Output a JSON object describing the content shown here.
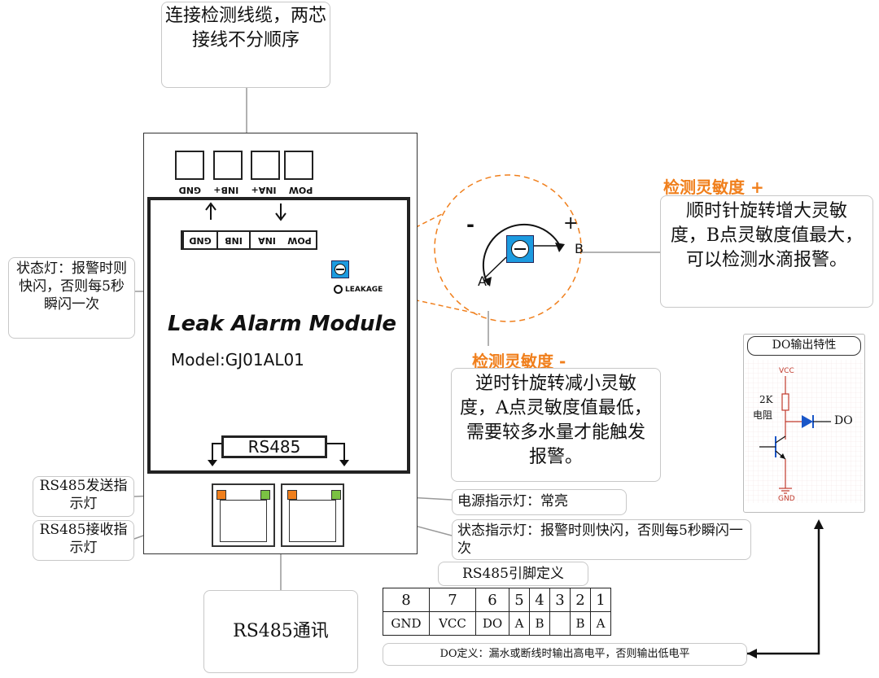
{
  "callouts": {
    "cable": "连接检测线缆，两芯接线不分顺序",
    "status_led": "状态灯：报警时则快闪，否则每5秒瞬闪一次",
    "sens_plus_title": "检测灵敏度 +",
    "sens_plus_text": "顺时针旋转增大灵敏度，B点灵敏度值最大，可以检测水滴报警。",
    "sens_minus_title": "检测灵敏度 -",
    "sens_minus_text": "逆时针旋转减小灵敏度，A点灵敏度值最低，需要较多水量才能触发报警。",
    "tx_led": "RS485发送指示灯",
    "rx_led": "RS485接收指示灯",
    "power_led": "电源指示灯：常亮",
    "state_led": "状态指示灯：报警时则快闪，否则每5秒瞬闪一次",
    "rs485_comm": "RS485通讯",
    "pin_def_title": "RS485引脚定义",
    "do_def": "DO定义：漏水或断线时输出高电平，否则输出低电平",
    "do_char_title": "DO输出特性"
  },
  "module": {
    "title": "Leak Alarm Module",
    "model": "Model:GJ01AL01",
    "leakage": "LEAKAGE",
    "rs485": "RS485",
    "terminals": [
      "POW",
      "INA+",
      "INB+",
      "GND"
    ],
    "inner_labels": [
      "POW",
      "INA",
      "INB",
      "GND"
    ]
  },
  "knob": {
    "minus": "-",
    "plus": "+",
    "a": "A",
    "b": "B"
  },
  "circuit": {
    "vcc": "VCC",
    "res": "2K",
    "res_label": "电阻",
    "do": "DO",
    "gnd": "GND"
  },
  "pins": {
    "numbers": [
      "8",
      "7",
      "6",
      "5",
      "4",
      "3",
      "2",
      "1"
    ],
    "signals": [
      "GND",
      "VCC",
      "DO",
      "A",
      "B",
      "",
      "B",
      "A"
    ]
  },
  "colors": {
    "orange_dash": "#f07f1c",
    "pot_blue": "#1d9be0",
    "led_orange": "#f07f1c",
    "led_green": "#7ac143",
    "diode_blue": "#1a56c8",
    "circuit_red": "#c0392b"
  }
}
